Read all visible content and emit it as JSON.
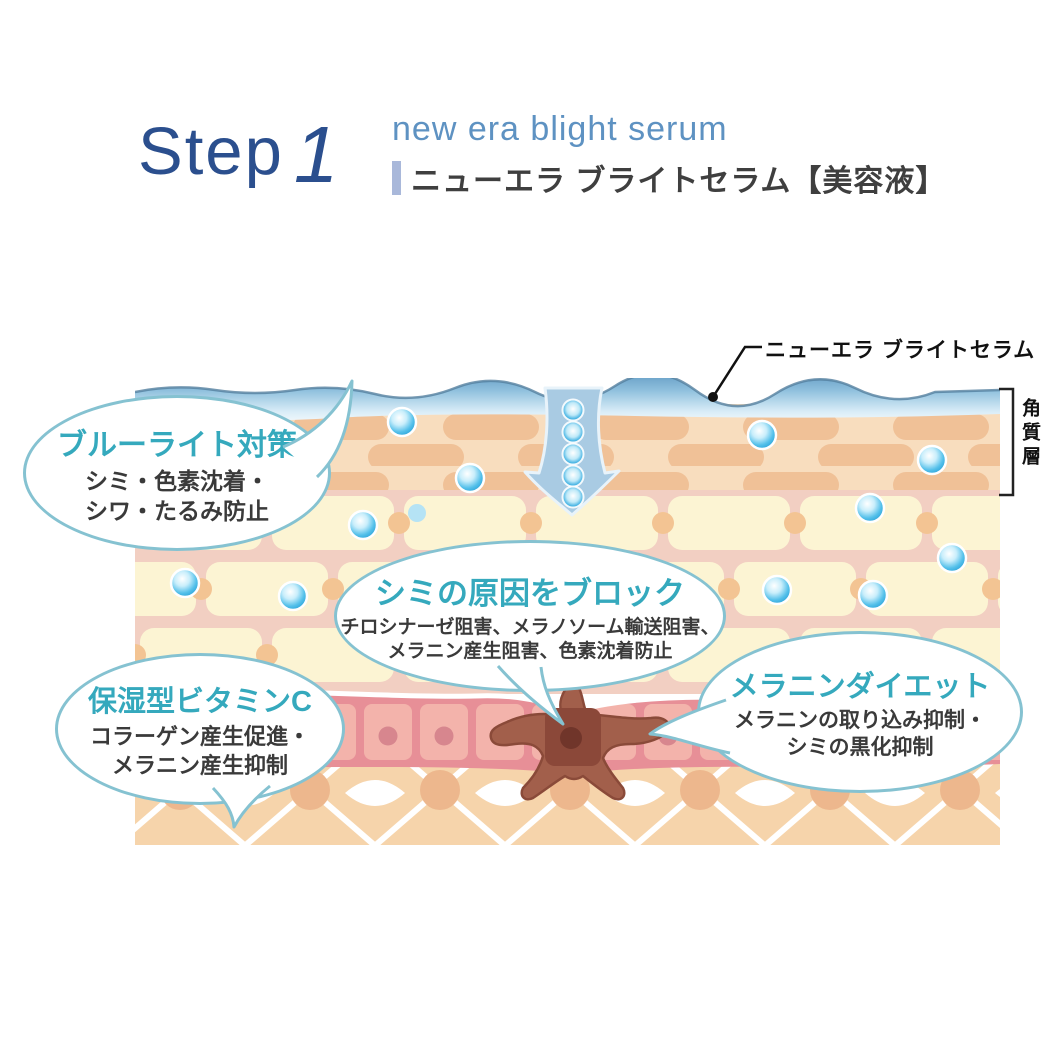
{
  "header": {
    "step_label": "Step",
    "step_number": "1",
    "subtitle_en": "new era blight serum",
    "subtitle_jp": "ニューエラ ブライトセラム【美容液】"
  },
  "diagram": {
    "serum_callout": "ニューエラ ブライトセラム",
    "stratum_label": "角質層",
    "bubbles": [
      {
        "title": "ブルーライト対策",
        "body": "シミ・色素沈着・\nシワ・たるみ防止"
      },
      {
        "title": "シミの原因をブロック",
        "body": "チロシナーゼ阻害、メラノソーム輸送阻害、\nメラニン産生阻害、色素沈着防止"
      },
      {
        "title": "保湿型ビタミンC",
        "body": "コラーゲン産生促進・\nメラニン産生抑制"
      },
      {
        "title": "メラニンダイエット",
        "body": "メラニンの取り込み抑制・\nシミの黒化抑制"
      }
    ],
    "colors": {
      "step_blue": "#2b4f8e",
      "subtitle_blue": "#5e92c2",
      "accent_bar": "#a9b8da",
      "bubble_border": "#85c2d1",
      "title_teal": "#35a9bd",
      "arrow_blue": "#a9cbe3",
      "particle_blue": "#2aa8dc",
      "corneum_tan": "#f8ddbe",
      "epidermis_yellow": "#fcf4d3",
      "basal_pink": "#e78f97",
      "melanocyte_brown": "#a25f4b",
      "dermis_tan": "#f6d4ab"
    }
  }
}
